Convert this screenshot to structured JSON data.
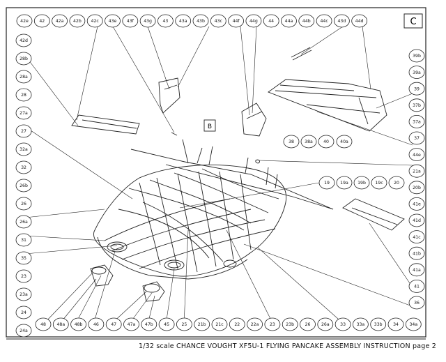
{
  "sheet_letter": "C",
  "callout_box": "B",
  "footer": "1/32 scale CHANCE VOUGHT XF5U-1 FLYING PANCAKE ASSEMBLY INSTRUCTION page 2",
  "labels": {
    "top": [
      "42e",
      "42",
      "42a",
      "42b",
      "42c",
      "43e",
      "43f",
      "43g",
      "43",
      "43a",
      "43b",
      "43c",
      "44f",
      "44g",
      "44",
      "44a",
      "44b",
      "44c",
      "43d",
      "44d"
    ],
    "left": [
      "42d",
      "28b",
      "28a",
      "28",
      "27a",
      "27",
      "32a",
      "32",
      "26b",
      "26",
      "26a",
      "31",
      "35",
      "23",
      "23a",
      "24",
      "24a"
    ],
    "right": [
      "39b",
      "39a",
      "39",
      "37b",
      "37a",
      "37",
      "44e",
      "21a",
      "20b",
      "41e",
      "41d",
      "41c",
      "41b",
      "41a",
      "41",
      "36"
    ],
    "bottom": [
      "48",
      "48a",
      "48b",
      "46",
      "47",
      "47a",
      "47b",
      "45",
      "25",
      "21b",
      "21c",
      "22",
      "22a",
      "23",
      "23b",
      "26",
      "26a",
      "33",
      "33a",
      "33b",
      "34",
      "34a"
    ],
    "inner_row_upper": [
      "38",
      "38a",
      "40",
      "40a"
    ],
    "inner_row_mid": [
      "19",
      "19a",
      "19b",
      "19c",
      "20",
      "21a",
      "20b"
    ]
  }
}
